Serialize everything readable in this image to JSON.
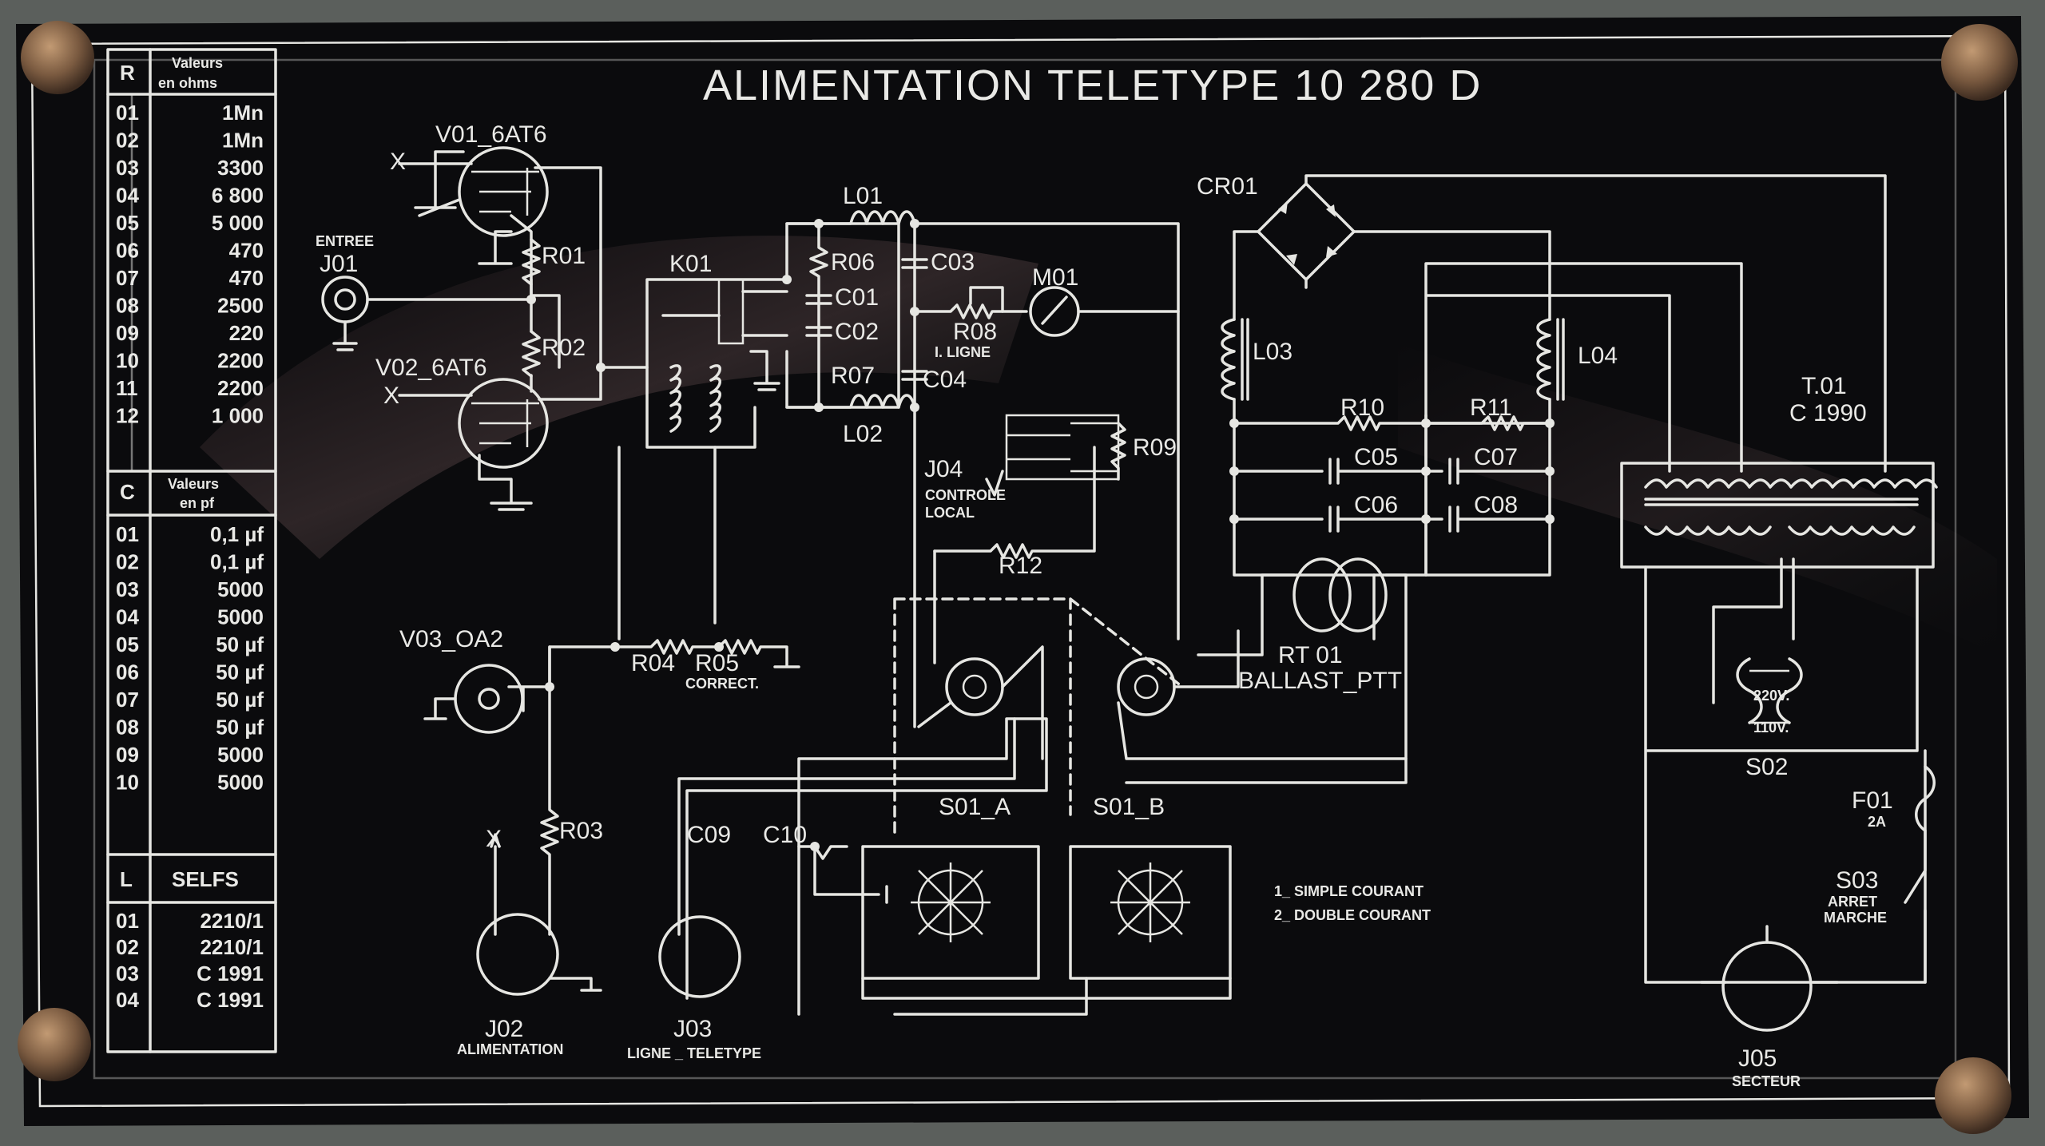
{
  "title": "ALIMENTATION   TELETYPE   10 280 D",
  "colors": {
    "plate": "#0c0c0d",
    "engraving": "#e6e6e2",
    "rivet": "#8a6a4e",
    "frame": "#5b5f5c"
  },
  "resistor_table": {
    "header_ref": "R",
    "header_value_line1": "Valeurs",
    "header_value_line2": "en ohms",
    "rows": [
      {
        "ref": "01",
        "value": "1Mn"
      },
      {
        "ref": "02",
        "value": "1Mn"
      },
      {
        "ref": "03",
        "value": "3300"
      },
      {
        "ref": "04",
        "value": "6 800"
      },
      {
        "ref": "05",
        "value": "5 000"
      },
      {
        "ref": "06",
        "value": "470"
      },
      {
        "ref": "07",
        "value": "470"
      },
      {
        "ref": "08",
        "value": "2500"
      },
      {
        "ref": "09",
        "value": "220"
      },
      {
        "ref": "10",
        "value": "2200"
      },
      {
        "ref": "11",
        "value": "2200"
      },
      {
        "ref": "12",
        "value": "1 000"
      }
    ]
  },
  "capacitor_table": {
    "header_ref": "C",
    "header_value_line1": "Valeurs",
    "header_value_line2": "en pf",
    "rows": [
      {
        "ref": "01",
        "value": "0,1 µf"
      },
      {
        "ref": "02",
        "value": "0,1 µf"
      },
      {
        "ref": "03",
        "value": "5000"
      },
      {
        "ref": "04",
        "value": "5000"
      },
      {
        "ref": "05",
        "value": "50 µf"
      },
      {
        "ref": "06",
        "value": "50 µf"
      },
      {
        "ref": "07",
        "value": "50 µf"
      },
      {
        "ref": "08",
        "value": "50 µf"
      },
      {
        "ref": "09",
        "value": "5000"
      },
      {
        "ref": "10",
        "value": "5000"
      }
    ]
  },
  "inductor_table": {
    "header_ref": "L",
    "header_value": "SELFS",
    "rows": [
      {
        "ref": "01",
        "value": "2210/1"
      },
      {
        "ref": "02",
        "value": "2210/1"
      },
      {
        "ref": "03",
        "value": "C 1991"
      },
      {
        "ref": "04",
        "value": "C 1991"
      }
    ]
  },
  "labels": {
    "v01": "V01_6AT6",
    "v02": "V02_6AT6",
    "v03": "V03_OA2",
    "entree": "ENTREE",
    "j01": "J01",
    "r01": "R01",
    "r02": "R02",
    "r03": "R03",
    "r04": "R04",
    "r05": "R05",
    "correct": "CORRECT.",
    "k01": "K01",
    "l01": "L01",
    "l02": "L02",
    "r06": "R06",
    "c01": "C01",
    "c02": "C02",
    "r07": "R07",
    "c03": "C03",
    "r08": "R08",
    "iligne": "I. LIGNE",
    "c04": "C04",
    "m01": "M01",
    "j04": "J04",
    "controle": "CONTROLE",
    "local": "LOCAL",
    "r09": "R09",
    "r12": "R12",
    "cr01": "CR01",
    "l03": "L03",
    "l04": "L04",
    "r10": "R10",
    "r11": "R11",
    "c05": "C05",
    "c06": "C06",
    "c07": "C07",
    "c08": "C08",
    "rt01": "RT 01",
    "ballast": "BALLAST_PTT",
    "t01": "T.01",
    "c1990": "C 1990",
    "s01a": "S01_A",
    "s01b": "S01_B",
    "s02": "S02",
    "v220": "220V.",
    "v110": "110V.",
    "f01": "F01",
    "f01a": "2A",
    "s03": "S03",
    "arret": "ARRET",
    "marche": "MARCHE",
    "c09": "C09",
    "c10": "C10",
    "j02": "J02",
    "alimentation": "ALIMENTATION",
    "j03": "J03",
    "ligne": "LIGNE _ TELETYPE",
    "j05": "J05",
    "secteur": "SECTEUR",
    "mode1": "1_ SIMPLE   COURANT",
    "mode2": "2_ DOUBLE   COURANT",
    "x": "X"
  }
}
